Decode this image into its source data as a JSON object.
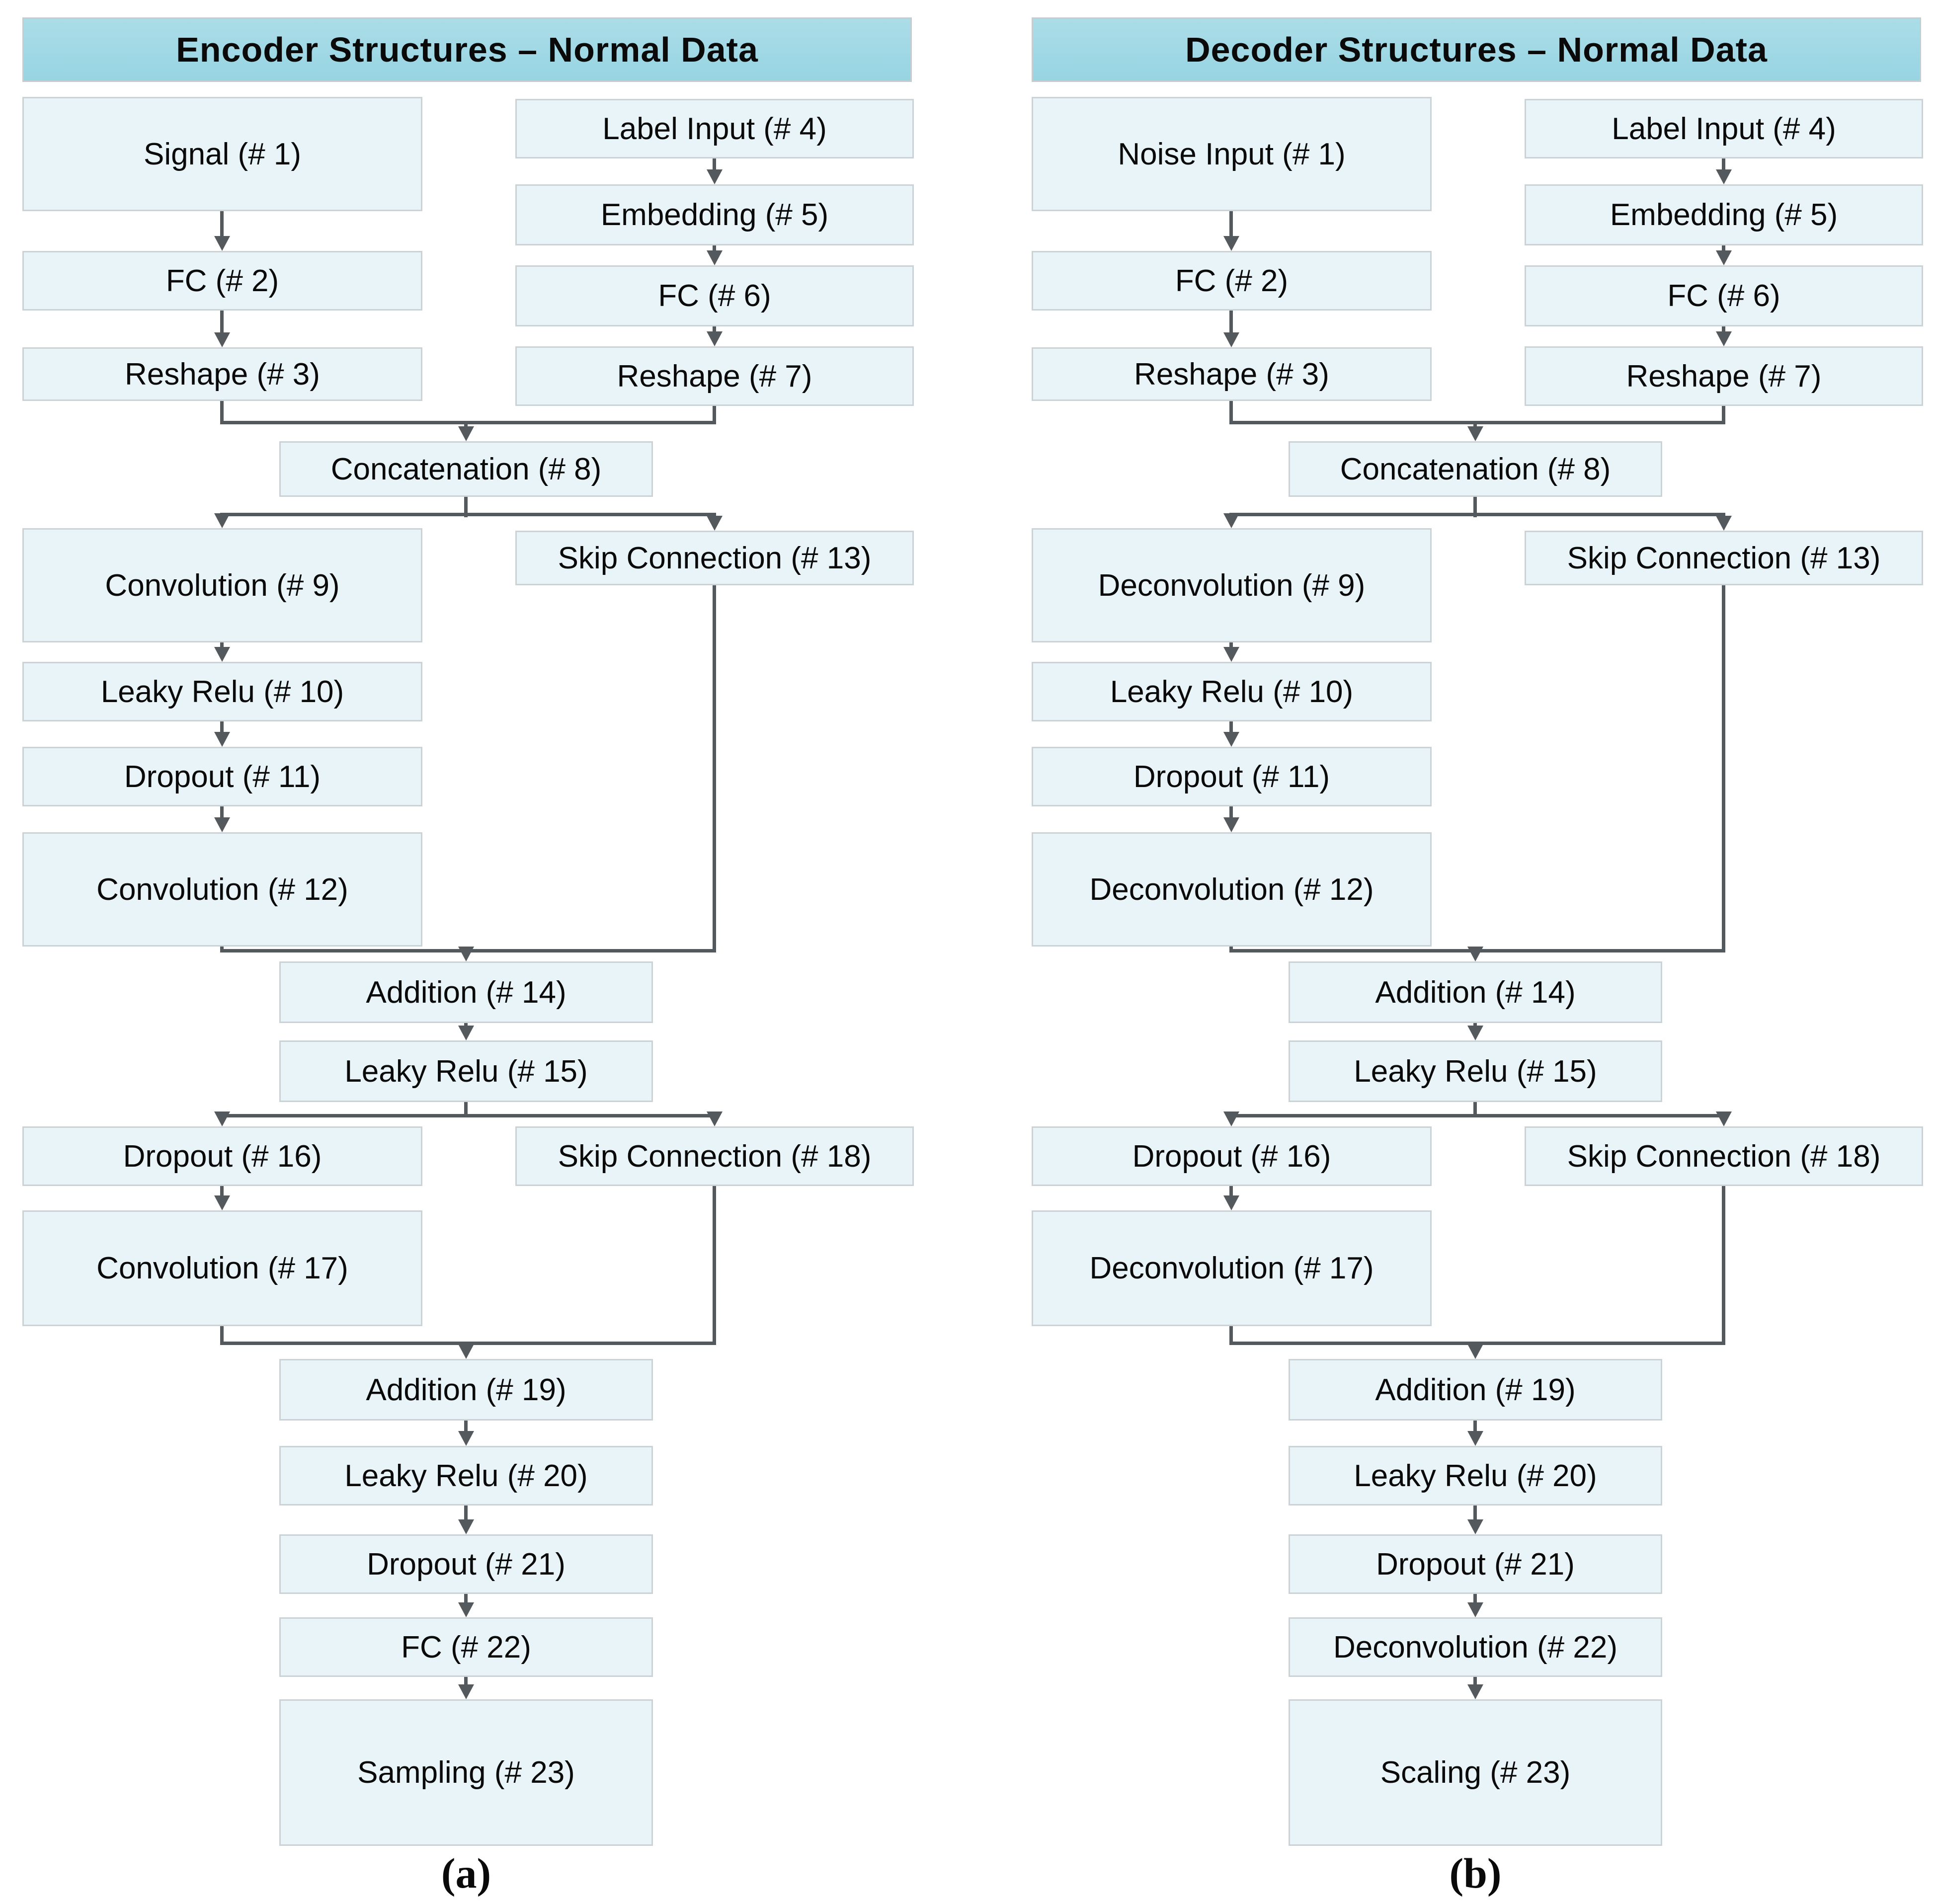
{
  "figure": {
    "colors": {
      "header_fill": "#9dd6e3",
      "header_border": "#c6cdd1",
      "box_fill": "#e8f4f7",
      "box_border": "#ccd3d6",
      "arrow": "#54595e",
      "text": "#0a0a0a"
    },
    "panels": [
      {
        "title": "Encoder Structures – Normal Data",
        "caption": "(a)",
        "nodes": {
          "n1": "Signal (# 1)",
          "n2": "FC (# 2)",
          "n3": "Reshape (# 3)",
          "n4": "Label Input (# 4)",
          "n5": "Embedding (# 5)",
          "n6": "FC (# 6)",
          "n7": "Reshape (# 7)",
          "n8": "Concatenation (# 8)",
          "n9": "Convolution (# 9)",
          "n10": "Leaky Relu (# 10)",
          "n11": "Dropout (# 11)",
          "n12": "Convolution (# 12)",
          "n13": "Skip Connection (# 13)",
          "n14": "Addition (# 14)",
          "n15": "Leaky Relu (# 15)",
          "n16": "Dropout (# 16)",
          "n17": "Convolution (# 17)",
          "n18": "Skip Connection (# 18)",
          "n19": "Addition (# 19)",
          "n20": "Leaky Relu (# 20)",
          "n21": "Dropout (# 21)",
          "n22": "FC (# 22)",
          "n23": "Sampling (# 23)"
        }
      },
      {
        "title": "Decoder Structures – Normal Data",
        "caption": "(b)",
        "nodes": {
          "n1": "Noise Input (# 1)",
          "n2": "FC (# 2)",
          "n3": "Reshape (# 3)",
          "n4": "Label Input (# 4)",
          "n5": "Embedding (# 5)",
          "n6": "FC (# 6)",
          "n7": "Reshape (# 7)",
          "n8": "Concatenation (# 8)",
          "n9": "Deconvolution (# 9)",
          "n10": "Leaky Relu (# 10)",
          "n11": "Dropout (# 11)",
          "n12": "Deconvolution (# 12)",
          "n13": "Skip Connection (# 13)",
          "n14": "Addition (# 14)",
          "n15": "Leaky Relu (# 15)",
          "n16": "Dropout (# 16)",
          "n17": "Deconvolution (# 17)",
          "n18": "Skip Connection (# 18)",
          "n19": "Addition (# 19)",
          "n20": "Leaky Relu (# 20)",
          "n21": "Dropout (# 21)",
          "n22": "Deconvolution (# 22)",
          "n23": "Scaling (# 23)"
        }
      }
    ]
  }
}
